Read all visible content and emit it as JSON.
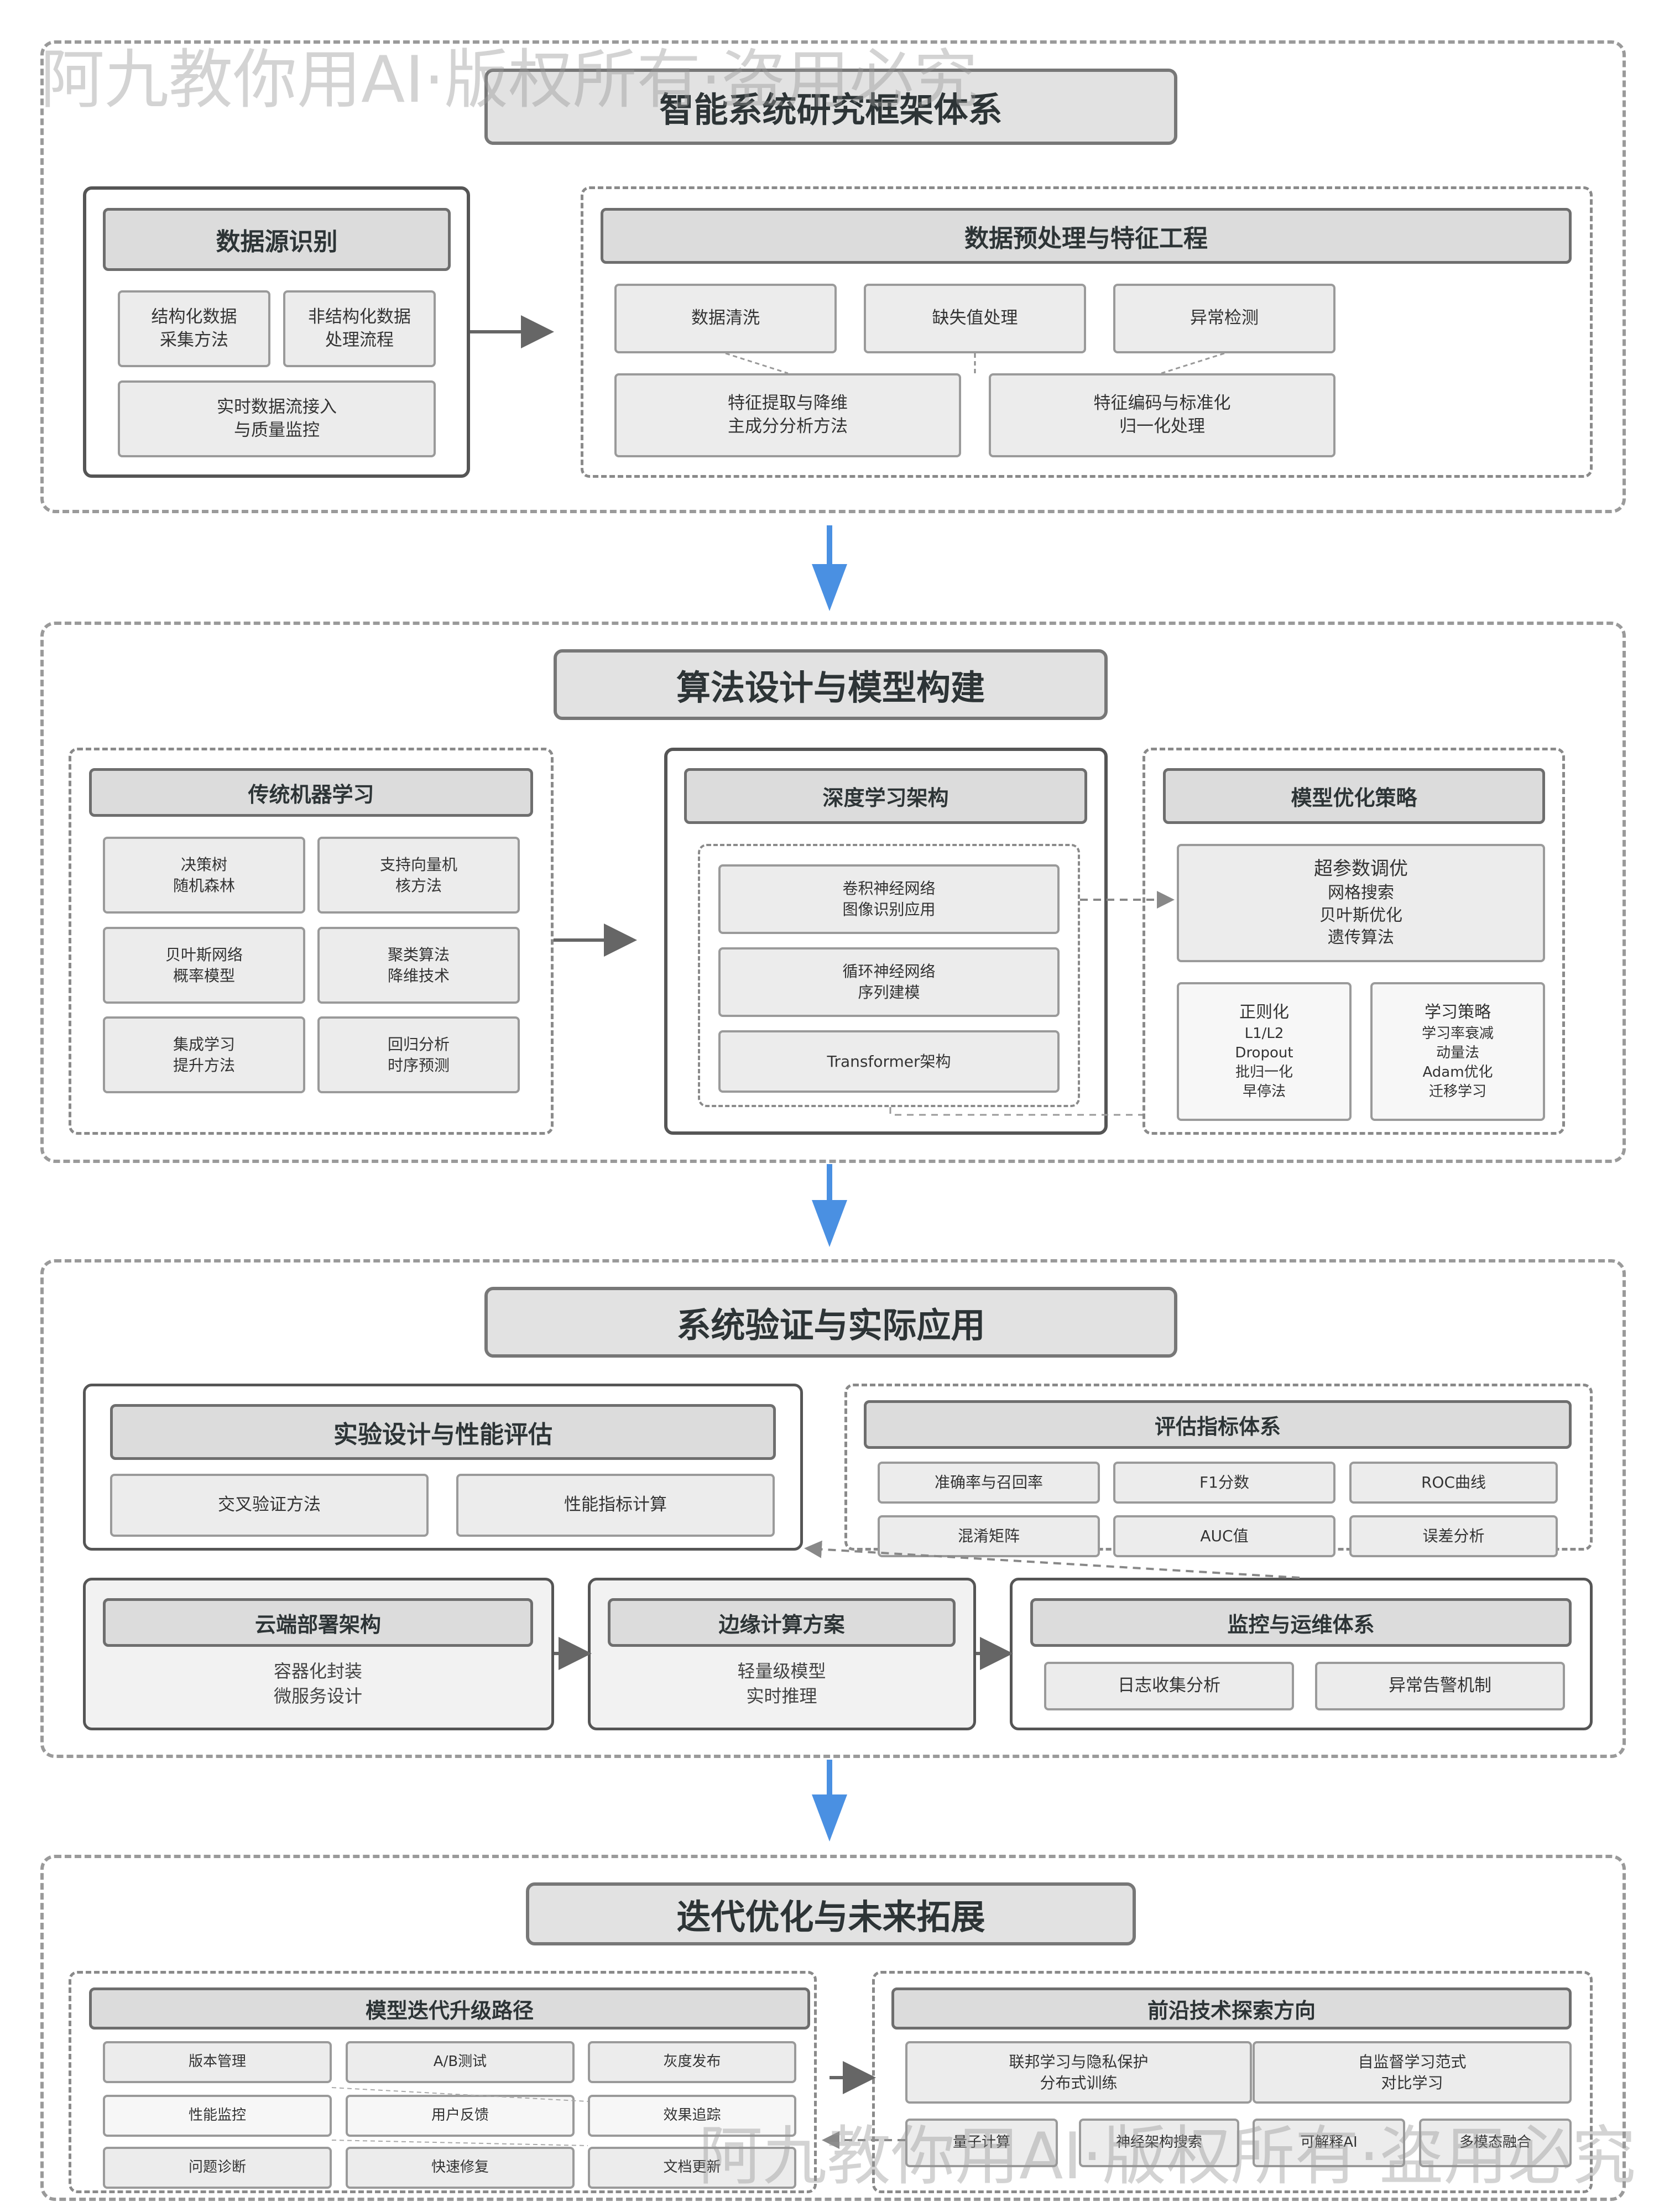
{
  "watermarks": {
    "top": "阿九教你用AI·版权所有·盗用必究",
    "bottom": "阿九教你用AI·版权所有·盗用必究"
  },
  "main_title": "智能系统研究框架体系",
  "section1": {
    "data_source": {
      "title": "数据源识别",
      "items": [
        "结构化数据\n采集方法",
        "非结构化数据\n处理流程",
        "实时数据流接入\n与质量监控"
      ]
    },
    "preprocess": {
      "title": "数据预处理与特征工程",
      "row1": [
        "数据清洗",
        "缺失值处理",
        "异常检测"
      ],
      "row2": [
        "特征提取与降维\n主成分分析方法",
        "特征编码与标准化\n归一化处理"
      ]
    }
  },
  "section2": {
    "title": "算法设计与模型构建",
    "traditional": {
      "title": "传统机器学习",
      "items": [
        "决策树\n随机森林",
        "支持向量机\n核方法",
        "贝叶斯网络\n概率模型",
        "聚类算法\n降维技术",
        "集成学习\n提升方法",
        "回归分析\n时序预测"
      ]
    },
    "deep": {
      "title": "深度学习架构",
      "items": [
        "卷积神经网络\n图像识别应用",
        "循环神经网络\n序列建模",
        "Transformer架构"
      ]
    },
    "optimize": {
      "title": "模型优化策略",
      "hyper_title": "超参数调优",
      "hyper_items": "网格搜索\n贝叶斯优化\n遗传算法",
      "reg_title": "正则化",
      "reg_items": "L1/L2\nDropout\n批归一化\n早停法",
      "lr_title": "学习策略",
      "lr_items": "学习率衰减\n动量法\nAdam优化\n迁移学习"
    }
  },
  "section3": {
    "title": "系统验证与实际应用",
    "experiment": {
      "title": "实验设计与性能评估",
      "items": [
        "交叉验证方法",
        "性能指标计算"
      ]
    },
    "metrics": {
      "title": "评估指标体系",
      "items": [
        "准确率与召回率",
        "F1分数",
        "ROC曲线",
        "混淆矩阵",
        "AUC值",
        "误差分析"
      ]
    },
    "cloud": {
      "title": "云端部署架构",
      "text": "容器化封装\n微服务设计"
    },
    "edge": {
      "title": "边缘计算方案",
      "text": "轻量级模型\n实时推理"
    },
    "monitor": {
      "title": "监控与运维体系",
      "items": [
        "日志收集分析",
        "异常告警机制"
      ]
    }
  },
  "section4": {
    "title": "迭代优化与未来拓展",
    "iteration": {
      "title": "模型迭代升级路径",
      "items": [
        "版本管理",
        "A/B测试",
        "灰度发布",
        "性能监控",
        "用户反馈",
        "效果追踪",
        "问题诊断",
        "快速修复",
        "文档更新"
      ]
    },
    "frontier": {
      "title": "前沿技术探索方向",
      "big": [
        "联邦学习与隐私保护\n分布式训练",
        "自监督学习范式\n对比学习"
      ],
      "small": [
        "量子计算",
        "神经架构搜索",
        "可解释AI",
        "多模态融合"
      ]
    }
  },
  "colors": {
    "arrow_blue": "#4a90e2",
    "arrow_gray": "#666666",
    "header_fill": "#dcdcdc",
    "box_fill": "#ececec"
  }
}
